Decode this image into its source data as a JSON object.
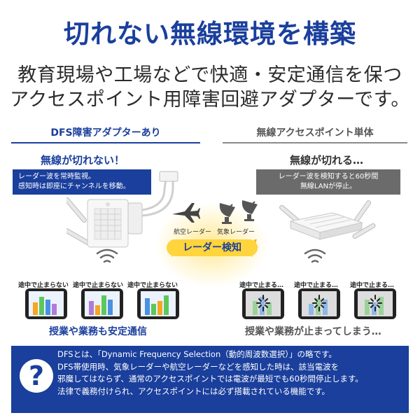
{
  "header": {
    "title": "切れない無線環境を構築",
    "subtitle_line1": "教育現場や工場などで快適・安定通信を保つ",
    "subtitle_line2": "アクセスポイント用障害回避アダプターです。"
  },
  "left_panel": {
    "heading": "DFS障害アダプターあり",
    "callout_title": "無線が切れない！",
    "callout_line1": "レーダー波を常時監視。",
    "callout_line2": "感知時は即座にチャンネルを移動。",
    "tablets": [
      {
        "label": "途中で止まらない"
      },
      {
        "label": "途中で止まらない"
      },
      {
        "label": "途中で止まらない"
      }
    ],
    "caption": "授業や業務も安定通信"
  },
  "center": {
    "aviation_label": "航空レーダー",
    "weather_label": "気象レーダー",
    "badge": "レーダー検知"
  },
  "right_panel": {
    "heading": "無線アクセスポイント単体",
    "callout_title": "無線が切れる…",
    "callout_line1": "レーダー波を検知すると60秒間",
    "callout_line2": "無線LANが停止。",
    "tablets": [
      {
        "label": "途中で止まる…"
      },
      {
        "label": "途中で止まる…"
      },
      {
        "label": "途中で止まる…"
      }
    ],
    "caption": "授業や業務が止まってしまう…"
  },
  "info": {
    "icon_glyph": "?",
    "line1": "DFSとは、「Dynamic Frequency Selection（動的周波数選択）」の略です。",
    "line2": "DFS帯使用時、気象レーダーや航空レーダーなどを感知した時は、該当電波を",
    "line3": "邪魔してはならず、通常のアクセスポイントでは電波が最短でも60秒間停止します。",
    "line4": "法律で義務付けられ、アクセスポイントには必ず搭載されている機能です。"
  },
  "colors": {
    "brand_blue": "#1a3f9c",
    "yellow": "#ffd43c",
    "gray": "#6b6b6b",
    "bar_orange": "#f5a623",
    "bar_green": "#5cc85c",
    "bar_blue": "#4a90e2",
    "bar_purple": "#b07cd8"
  },
  "icons": {
    "center_radar": "radar-icon",
    "left_device": "access-point-with-adapter-icon",
    "right_device": "access-point-icon",
    "wifi": "wifi-signal-icon",
    "plane": "airplane-icon",
    "dish": "radar-dish-icon",
    "bolt": "lightning-icon",
    "question": "question-icon"
  }
}
